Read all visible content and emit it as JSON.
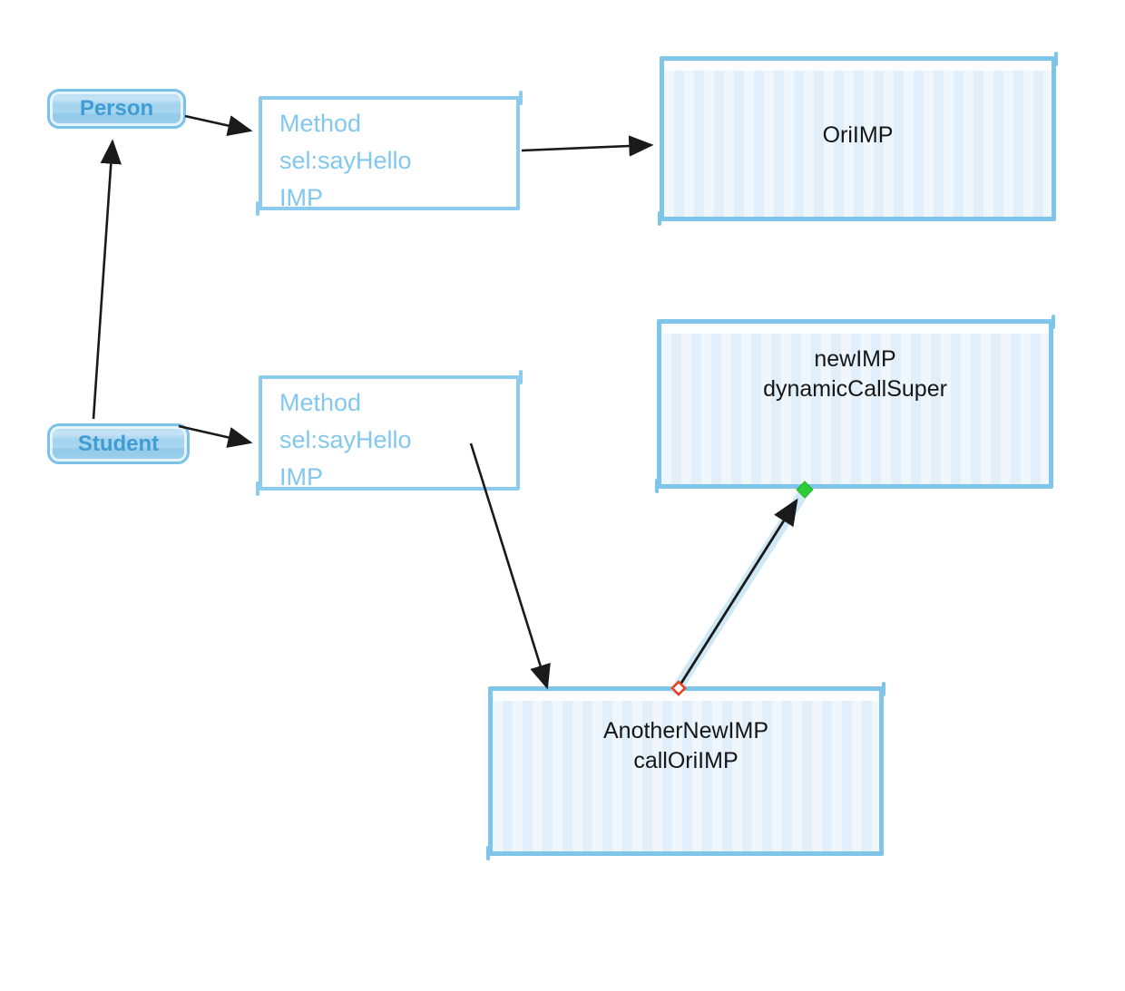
{
  "diagram": {
    "title": "method swizzling diagram",
    "colors": {
      "background": "#ffffff",
      "box_border": "#7fc4e9",
      "method_text": "#82c8ee",
      "pill_text": "#3f9cd4",
      "imp_text": "#161616",
      "arrow": "#1a1a1a",
      "selection_halo": "#cfe8f6",
      "selection_start_handle": "#e8431f",
      "selection_end_handle": "#2ecc38"
    },
    "nodes": {
      "person": {
        "label": "Person"
      },
      "student": {
        "label": "Student"
      },
      "method_person": {
        "lines": [
          "Method",
          "sel:sayHello",
          "IMP"
        ]
      },
      "method_student": {
        "lines": [
          "Method",
          "sel:sayHello",
          "IMP"
        ]
      },
      "ori_imp": {
        "lines": [
          "OriIMP"
        ]
      },
      "new_imp": {
        "lines": [
          "newIMP",
          "dynamicCallSuper"
        ]
      },
      "another_new_imp": {
        "lines": [
          "AnotherNewIMP",
          "callOriIMP"
        ]
      }
    },
    "edges": [
      {
        "from": "Student",
        "to": "Person",
        "selected": false
      },
      {
        "from": "Person",
        "to": "Method sel:sayHello (Person)",
        "selected": false
      },
      {
        "from": "Method sel:sayHello (Person)",
        "to": "OriIMP",
        "selected": false
      },
      {
        "from": "Student",
        "to": "Method sel:sayHello (Student)",
        "selected": false
      },
      {
        "from": "Method sel:sayHello (Student)",
        "to": "AnotherNewIMP callOriIMP",
        "selected": false
      },
      {
        "from": "AnotherNewIMP callOriIMP",
        "to": "newIMP dynamicCallSuper",
        "selected": true
      }
    ]
  }
}
